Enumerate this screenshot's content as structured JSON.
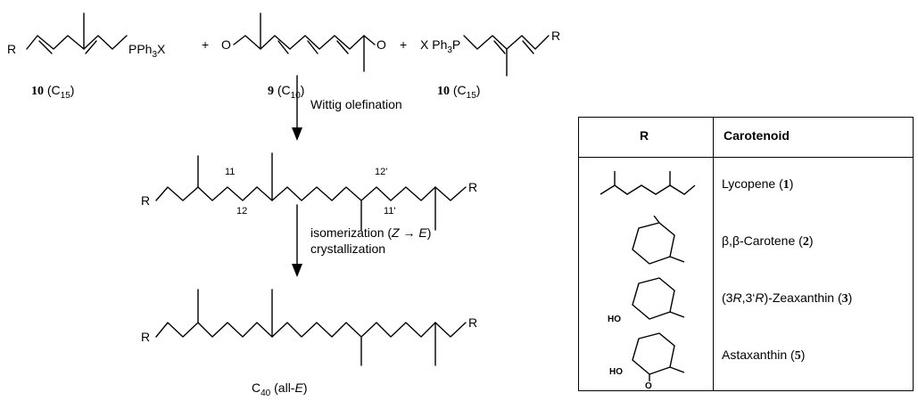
{
  "reagents": {
    "left": {
      "label_num": "10",
      "label_sub": "(C",
      "label_subscript": "15",
      "label_close": ")",
      "r": "R",
      "pph3": "PPh",
      "pph3_sub": "3",
      "x": "X"
    },
    "middle": {
      "label_num": "9",
      "label_sub": "(C",
      "label_subscript": "10",
      "label_close": ")",
      "o_left": "O",
      "o_right": "O"
    },
    "right": {
      "label_num": "10",
      "label_sub": "(C",
      "label_subscript": "15",
      "label_close": ")",
      "r": "R",
      "pph3": "Ph",
      "pph3_sub": "3",
      "p": "P",
      "x": "X"
    },
    "plus": "+"
  },
  "step1": {
    "label": "Wittig olefination"
  },
  "intermediate": {
    "r_left": "R",
    "r_right": "R",
    "pos11": "11",
    "pos12": "12",
    "pos12p": "12'",
    "pos11p": "11'"
  },
  "step2": {
    "line1_pre": "isomerization (",
    "z": "Z",
    "arrow": " → ",
    "e": "E",
    "line1_post": ")",
    "line2": "crystallization"
  },
  "product": {
    "r_left": "R",
    "r_right": "R",
    "label_pre": "C",
    "label_sub": "40",
    "label_mid": " (all-",
    "label_e": "E",
    "label_post": ")"
  },
  "table": {
    "header_r": "R",
    "header_carotenoid": "Carotenoid",
    "rows": [
      {
        "name_pre": "Lycopene (",
        "num": "1",
        "name_post": ")"
      },
      {
        "name_pre": "β,β-Carotene (",
        "num": "2",
        "name_post": ")"
      },
      {
        "name_pre": "(3",
        "r1": "R",
        "name_mid": ",3‘",
        "r2": "R",
        "name_mid2": ")-Zeaxanthin (",
        "num": "3",
        "name_post": ")"
      },
      {
        "name_pre": "Astaxanthin (",
        "num": "5",
        "name_post": ")"
      }
    ],
    "ho_label": "HO",
    "o_label": "O"
  }
}
